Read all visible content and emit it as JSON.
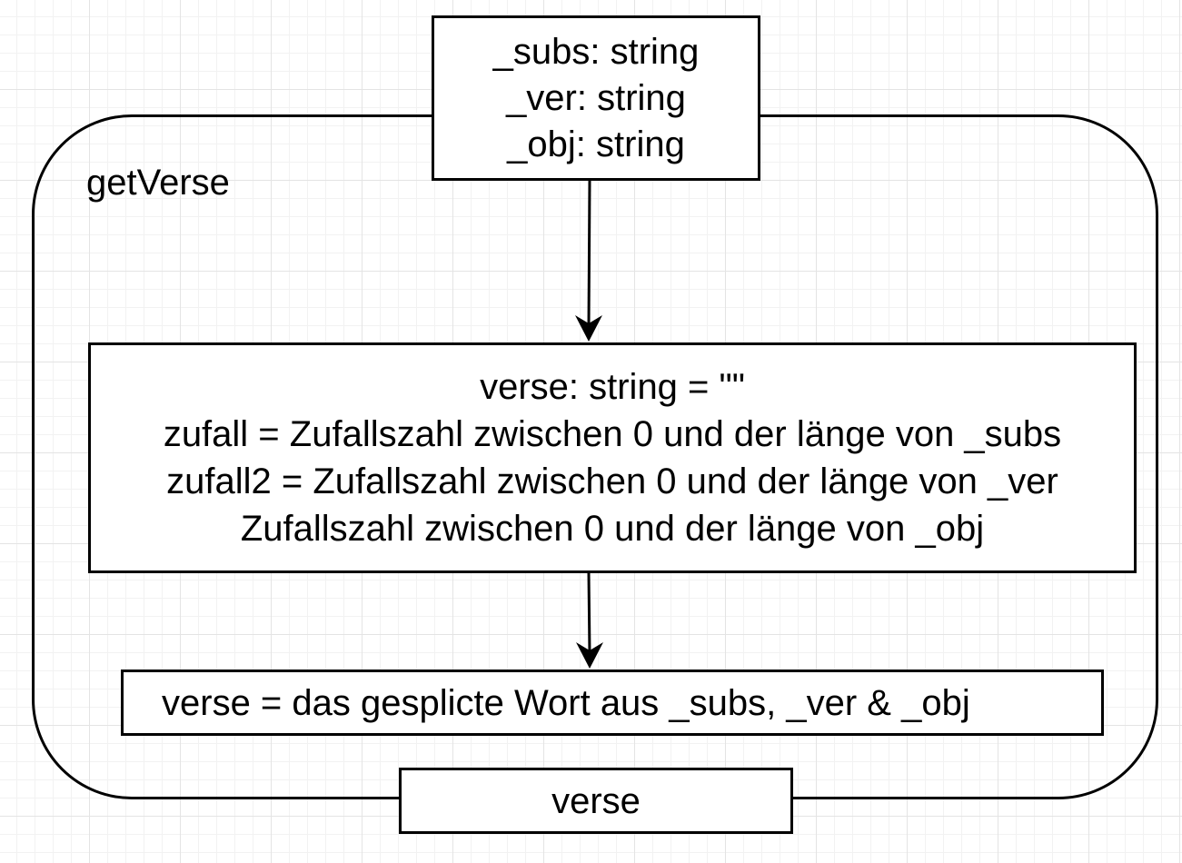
{
  "function": {
    "name": "getVerse"
  },
  "parameters": {
    "lines": [
      "_subs: string",
      "_ver: string",
      "_obj: string"
    ]
  },
  "initialization": {
    "lines": [
      "verse: string = \"\"",
      "zufall = Zufallszahl zwischen 0 und der länge von _subs",
      "zufall2 = Zufallszahl zwischen 0 und der länge von _ver",
      "Zufallszahl zwischen 0 und der länge von _obj"
    ]
  },
  "splice": {
    "text": "verse = das gesplicte Wort aus _subs, _ver & _obj"
  },
  "return_value": {
    "text": "verse"
  }
}
